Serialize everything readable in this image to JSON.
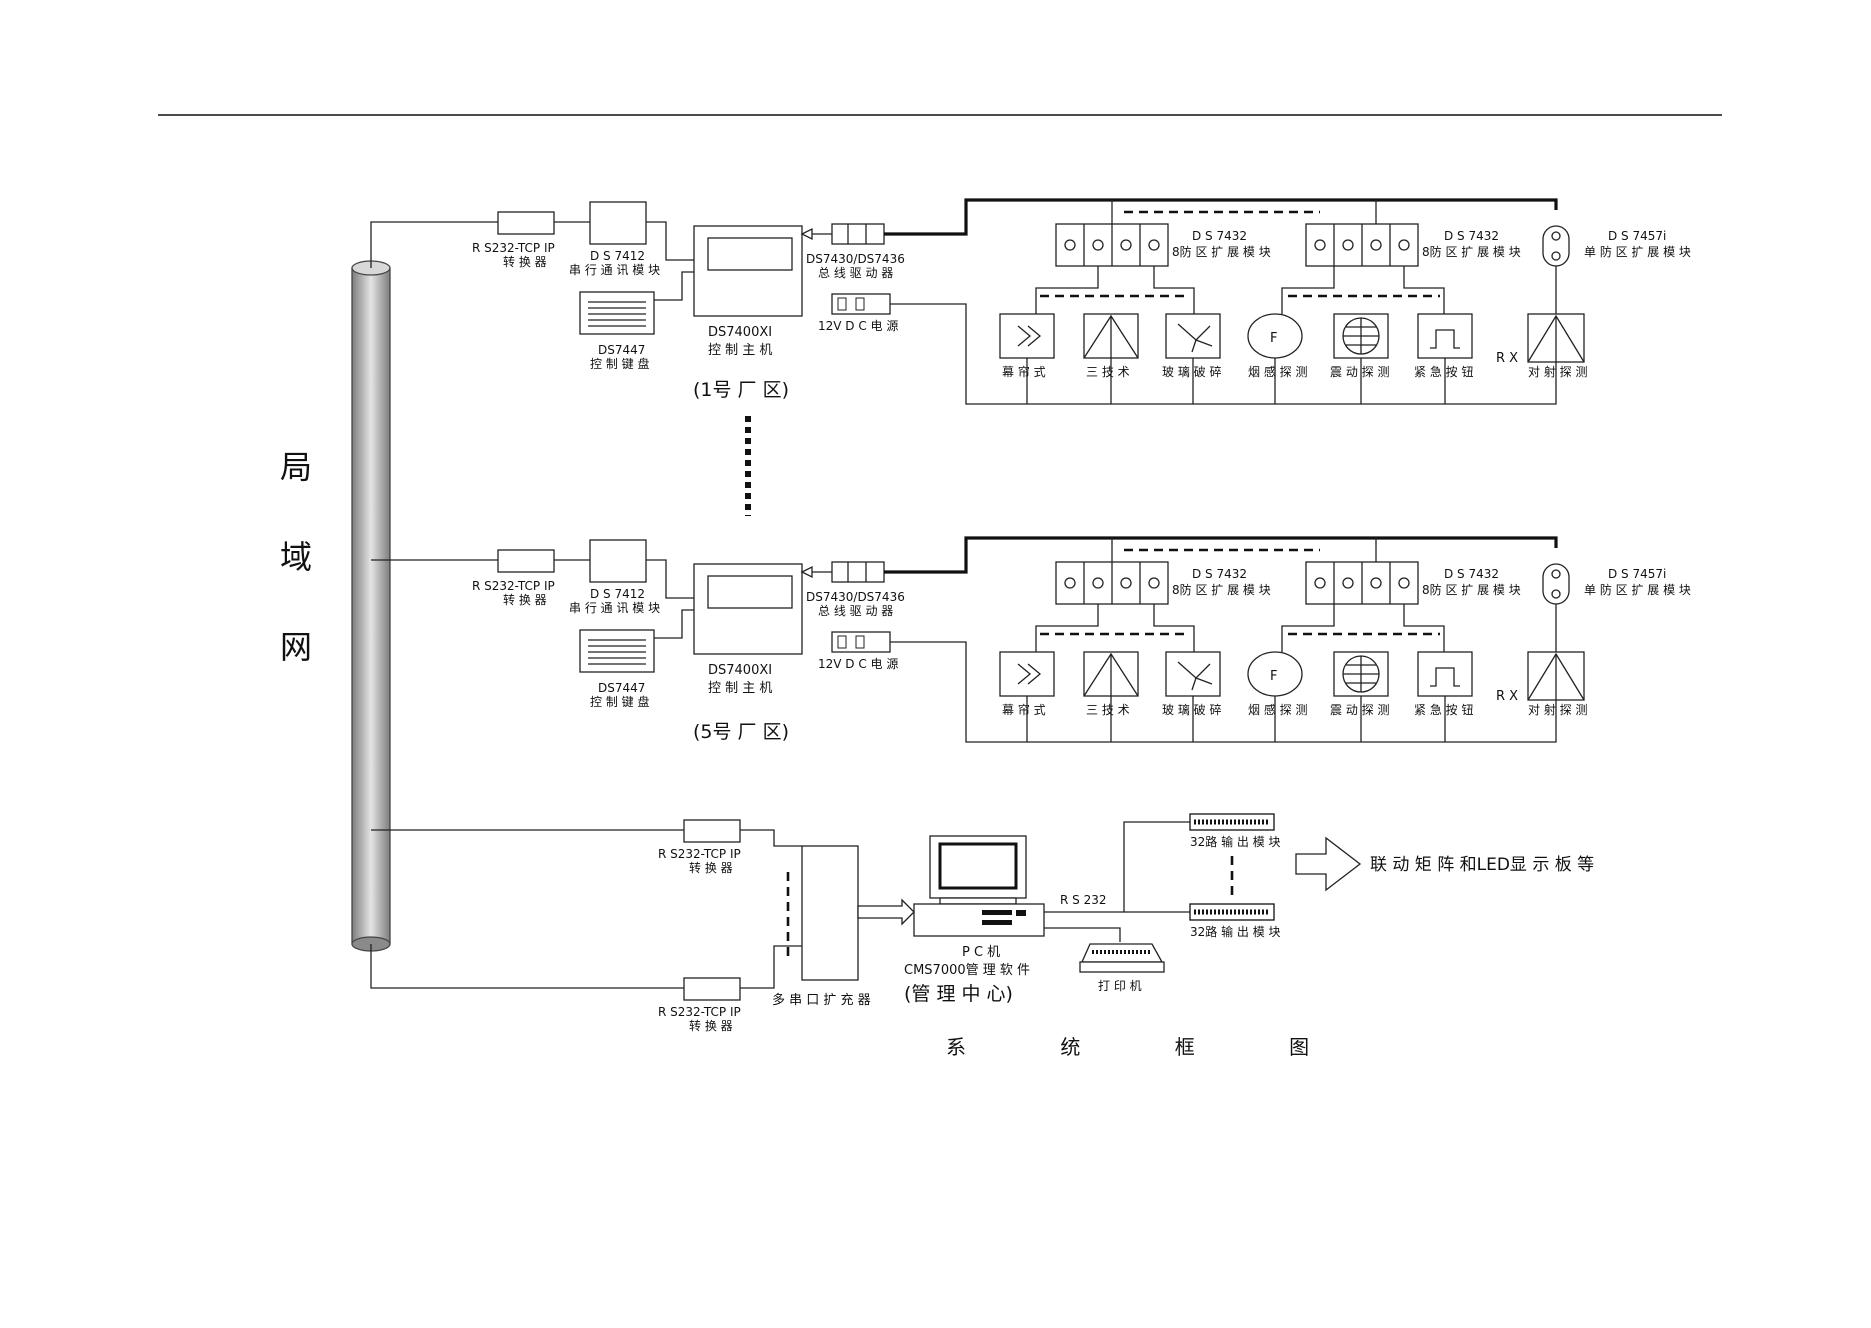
{
  "lan_label_chars": [
    "局",
    "域",
    "网"
  ],
  "title": "系 统 框 图",
  "sites": [
    {
      "area_label": "(1号 厂 区)",
      "converter": {
        "line1": "R S232-TCP IP",
        "line2": "转 换 器"
      },
      "serial_module": {
        "line1": "D S 7412",
        "line2": "串 行 通 讯 模 块"
      },
      "keyboard": {
        "line1": "DS7447",
        "line2": "控 制 键 盘"
      },
      "controller": {
        "line1": "DS7400XI",
        "line2": "控 制 主 机"
      },
      "bus_driver": {
        "line1": "DS7430/DS7436",
        "line2": "总 线 驱 动 器"
      },
      "power": "12V D C 电 源",
      "exp1": {
        "line1": "D S 7432",
        "line2": "8防 区 扩 展 模 块"
      },
      "exp2": {
        "line1": "D S 7432",
        "line2": "8防 区 扩 展 模 块"
      },
      "exp3": {
        "line1": "D S 7457i",
        "line2": "单 防 区 扩 展 模 块"
      },
      "rx": "R X",
      "detectors": [
        "幕 帘 式",
        "三 技 术",
        "玻 璃 破 碎",
        "烟 感 探 测",
        "震 动 探 测",
        "紧 急 按 钮",
        "对 射 探 测"
      ]
    },
    {
      "area_label": "(5号 厂 区)",
      "converter": {
        "line1": "R S232-TCP IP",
        "line2": "转 换 器"
      },
      "serial_module": {
        "line1": "D S 7412",
        "line2": "串 行 通 讯 模 块"
      },
      "keyboard": {
        "line1": "DS7447",
        "line2": "控 制 键 盘"
      },
      "controller": {
        "line1": "DS7400XI",
        "line2": "控 制 主 机"
      },
      "bus_driver": {
        "line1": "DS7430/DS7436",
        "line2": "总 线 驱 动 器"
      },
      "power": "12V D C 电 源",
      "exp1": {
        "line1": "D S 7432",
        "line2": "8防 区 扩 展 模 块"
      },
      "exp2": {
        "line1": "D S 7432",
        "line2": "8防 区 扩 展 模 块"
      },
      "exp3": {
        "line1": "D S 7457i",
        "line2": "单 防 区 扩 展 模 块"
      },
      "rx": "R X",
      "detectors": [
        "幕 帘 式",
        "三 技 术",
        "玻 璃 破 碎",
        "烟 感 探 测",
        "震 动 探 测",
        "紧 急 按 钮",
        "对 射 探 测"
      ]
    }
  ],
  "center": {
    "converter_top": {
      "line1": "R S232-TCP IP",
      "line2": "转 换 器"
    },
    "converter_bottom": {
      "line1": "R S232-TCP IP",
      "line2": "转 换 器"
    },
    "multiport": "多 串 口 扩 充 器",
    "pc_line1": "P C 机",
    "pc_line2": "CMS7000管 理 软 件",
    "pc_line3": "(管 理 中 心)",
    "rs232": "R S 232",
    "output_top": "32路 输 出 模 块",
    "output_bottom": "32路 输 出 模 块",
    "printer": "打 印 机",
    "linkage": "联 动 矩 阵 和LED显 示 板 等"
  },
  "smoke_symbol": "F"
}
